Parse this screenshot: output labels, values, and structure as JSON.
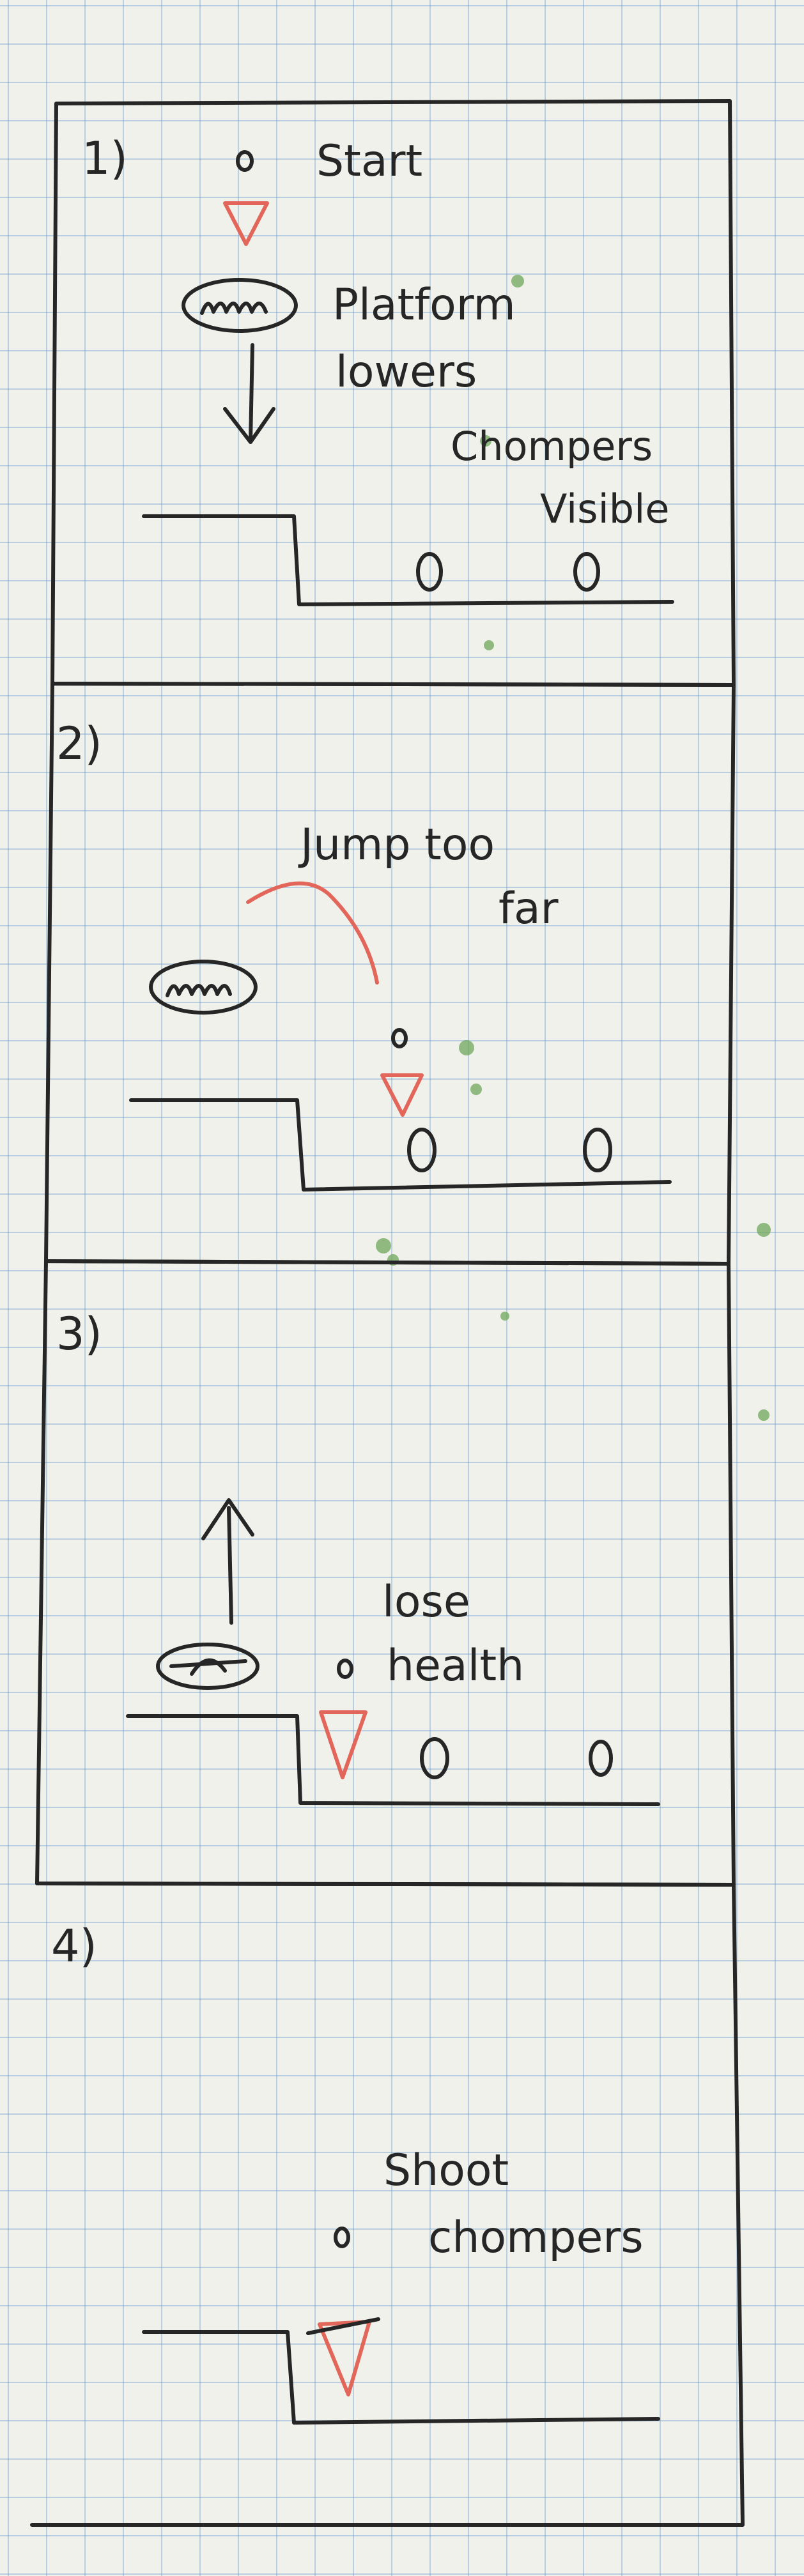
{
  "panels": [
    {
      "number": "1)",
      "notes": [
        "Start",
        "Platform",
        "lowers",
        "Chompers",
        "Visible"
      ]
    },
    {
      "number": "2)",
      "notes": [
        "Jump too",
        "far"
      ]
    },
    {
      "number": "3)",
      "notes": [
        "lose",
        "health"
      ]
    },
    {
      "number": "4)",
      "notes": [
        "Shoot",
        "chompers"
      ]
    }
  ],
  "colors": {
    "ink": "#262626",
    "player_marker": "#e2665a",
    "grid": "#5f96c8",
    "paper": "#f1f1ec",
    "smudge": "#6da65a"
  }
}
